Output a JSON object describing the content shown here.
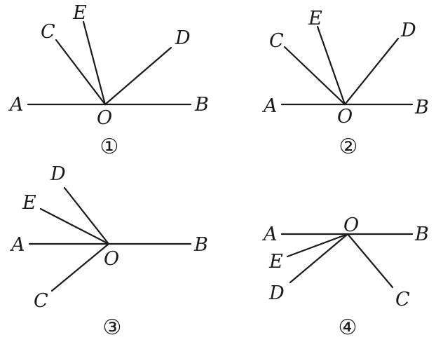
{
  "diagrams": [
    {
      "caption": "①",
      "labels": {
        "A": "A",
        "B": "B",
        "O": "O",
        "C": "C",
        "D": "D",
        "E": "E"
      }
    },
    {
      "caption": "②",
      "labels": {
        "A": "A",
        "B": "B",
        "O": "O",
        "C": "C",
        "D": "D",
        "E": "E"
      }
    },
    {
      "caption": "③",
      "labels": {
        "A": "A",
        "B": "B",
        "O": "O",
        "C": "C",
        "D": "D",
        "E": "E"
      }
    },
    {
      "caption": "④",
      "labels": {
        "A": "A",
        "B": "B",
        "O": "O",
        "C": "C",
        "D": "D",
        "E": "E"
      }
    }
  ]
}
